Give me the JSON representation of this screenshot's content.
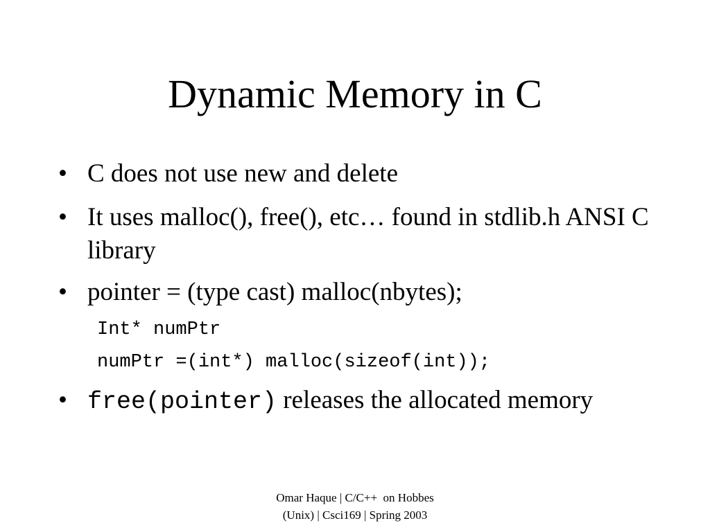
{
  "slide": {
    "title": "Dynamic Memory in C",
    "bullet_char": "•",
    "bullets": [
      {
        "text": "C does not use new and delete"
      },
      {
        "text": "It uses malloc(), free(), etc… found in stdlib.h ANSI C library"
      },
      {
        "text": "pointer = (type cast) malloc(nbytes);"
      },
      {
        "code": "free(pointer)",
        "text": " releases the allocated memory"
      }
    ],
    "code_lines": [
      "Int* numPtr",
      "numPtr =(int*) malloc(sizeof(int));"
    ],
    "footer": {
      "line1": "Omar Haque | C/C++  on Hobbes",
      "line2": "(Unix) | Csci169 | Spring 2003"
    }
  }
}
